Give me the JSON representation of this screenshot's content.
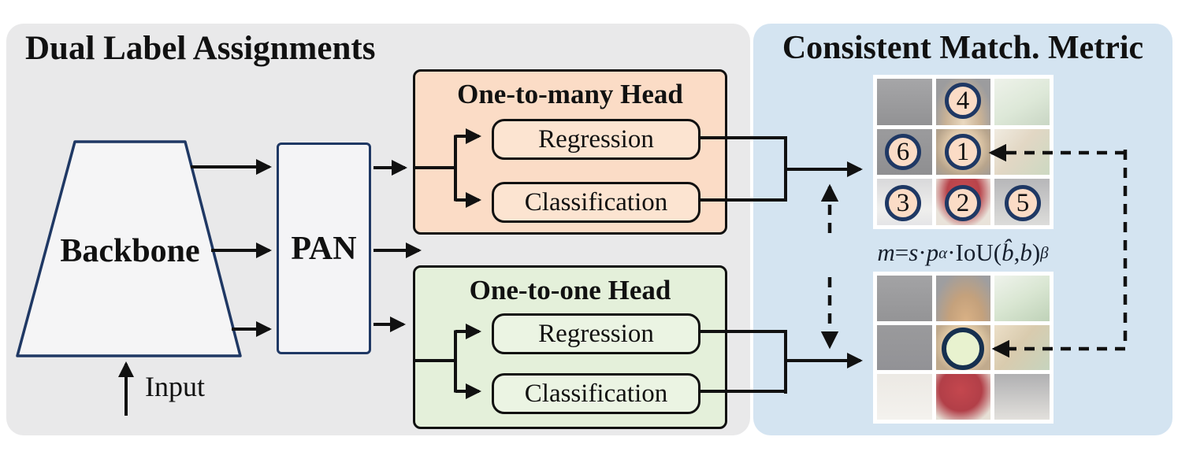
{
  "left_panel": {
    "title": "Dual Label Assignments",
    "backbone_label": "Backbone",
    "pan_label": "PAN",
    "input_label": "Input",
    "one_to_many_head": {
      "title": "One-to-many Head",
      "regression_label": "Regression",
      "classification_label": "Classification"
    },
    "one_to_one_head": {
      "title": "One-to-one Head",
      "regression_label": "Regression",
      "classification_label": "Classification"
    }
  },
  "right_panel": {
    "title": "Consistent Match. Metric",
    "formula": {
      "text": "m = s · p^α · IoU(b̂, b)^β",
      "m": "m",
      "equals": " = ",
      "s": "s",
      "cdot1": " · ",
      "p": "p",
      "alpha": "α",
      "cdot2": " · ",
      "iou": "IoU(",
      "b_hat": "b̂",
      "comma": ", ",
      "b": "b",
      "rparen": ")",
      "beta": "β"
    },
    "top_grid": {
      "description": "3x3 photo grid with numbered one-to-many anchor circles",
      "circles": [
        {
          "label": "4"
        },
        {
          "label": "6"
        },
        {
          "label": "1"
        },
        {
          "label": "3"
        },
        {
          "label": "2"
        },
        {
          "label": "5"
        }
      ]
    },
    "bottom_grid": {
      "description": "3x3 photo grid with single one-to-one selected anchor circle",
      "circle_label": ""
    }
  },
  "colors": {
    "left_panel_bg": "#e9e9ea",
    "right_panel_bg": "#d4e4f1",
    "one_to_many_bg": "#fbdcc6",
    "one_to_one_bg": "#e4f0da",
    "navy_border": "#1f3864",
    "line_black": "#111111",
    "anchor_fill": "#fbdcc6",
    "selected_anchor_fill": "#e8f2cf"
  }
}
